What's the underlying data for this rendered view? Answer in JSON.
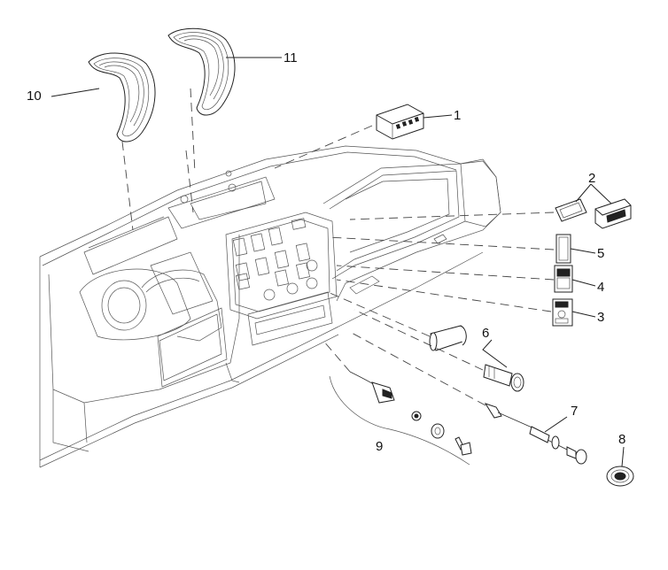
{
  "callouts": [
    {
      "id": "c1",
      "label": "1"
    },
    {
      "id": "c2",
      "label": "2"
    },
    {
      "id": "c3",
      "label": "3"
    },
    {
      "id": "c4",
      "label": "4"
    },
    {
      "id": "c5",
      "label": "5"
    },
    {
      "id": "c6",
      "label": "6"
    },
    {
      "id": "c7",
      "label": "7"
    },
    {
      "id": "c8",
      "label": "8"
    },
    {
      "id": "c9",
      "label": "9"
    },
    {
      "id": "c10",
      "label": "10"
    },
    {
      "id": "c11",
      "label": "11"
    }
  ],
  "colors": {
    "line": "#333333",
    "background": "#ffffff"
  }
}
